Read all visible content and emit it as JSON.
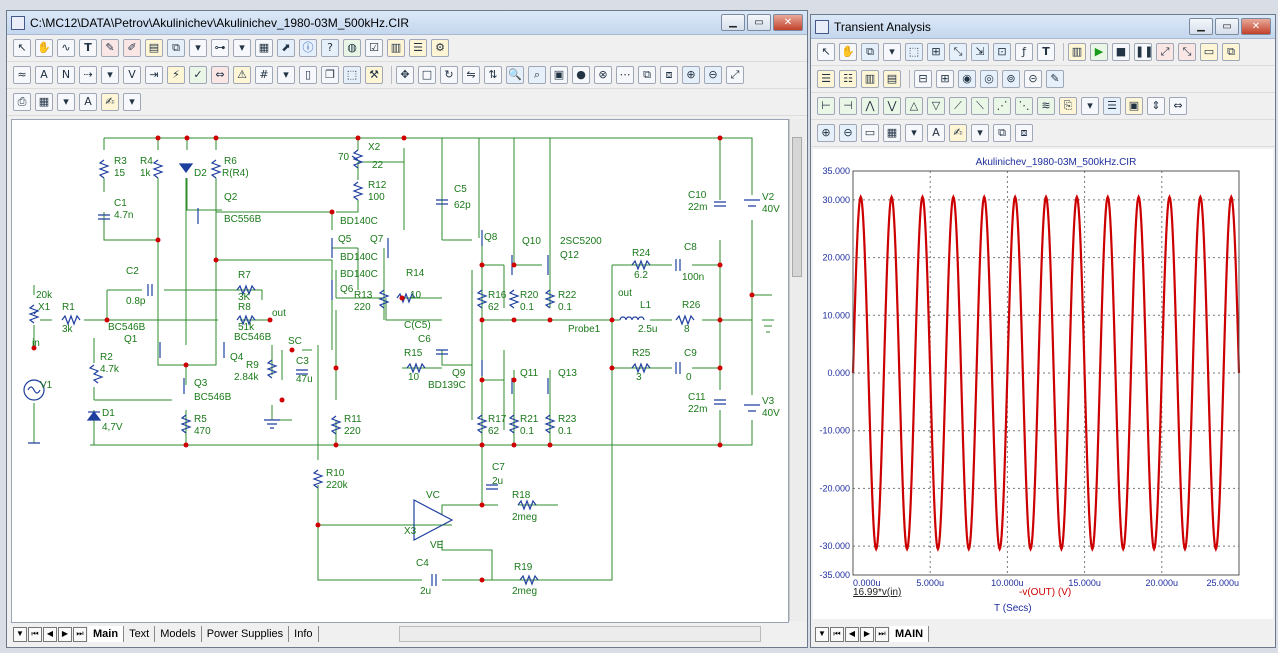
{
  "schematic_window": {
    "title": "C:\\MC12\\DATA\\Petrov\\Akulinichev\\Akulinichev_1980-03M_500kHz.CIR",
    "tabs": [
      "Main",
      "Text",
      "Models",
      "Power Supplies",
      "Info"
    ],
    "active_tab": "Main"
  },
  "schematic": {
    "labels": {
      "r3": "R3",
      "r3v": "15",
      "r4": "R4",
      "r4v": "1k",
      "d2": "D2",
      "r6": "R6",
      "r6v": "R(R4)",
      "c1": "C1",
      "c1v": "4.7n",
      "q2": "Q2",
      "q2m": "BC556B",
      "x2": "X2",
      "x2a": "70",
      "x2b": "22",
      "r12": "R12",
      "r12v": "100",
      "c5": "C5",
      "c5v": "62p",
      "c10": "C10",
      "c10v": "22m",
      "v2": "V2",
      "v2v": "40V",
      "q5m": "BD140C",
      "q5": "Q5",
      "q7m": "BD140C",
      "q7": "Q7",
      "q6m": "BD140C",
      "q6": "Q6",
      "q8": "Q8",
      "q10": "Q10",
      "q12m": "2SC5200",
      "q12": "Q12",
      "r14": "R14",
      "r14v": "10",
      "r13": "R13",
      "r13v": "220",
      "c2": "C2",
      "c2v": "0.8p",
      "r7": "R7",
      "r7v": "3K",
      "r8": "R8",
      "r8v": "51k",
      "out1": "out",
      "x1v": "20k",
      "x1": "X1",
      "r1": "R1",
      "r1v": "3k",
      "in": "in",
      "q1m": "BC546B",
      "q1": "Q1",
      "q4m": "BC546B",
      "q4": "Q4",
      "r24": "R24",
      "r24v": "6.2",
      "c8": "C8",
      "c8v": "100n",
      "out2": "out",
      "r16": "R16",
      "r16v": "62",
      "r20": "R20",
      "r20v": "0.1",
      "r22": "R22",
      "r22v": "0.1",
      "probe": "Probe1",
      "l1": "L1",
      "l1v": "2.5u",
      "r26": "R26",
      "r26v": "8",
      "cc5": "C(C5)",
      "c6": "C6",
      "r15": "R15",
      "r15v": "10",
      "q9": "Q9",
      "q9m": "BD139C",
      "q11": "Q11",
      "q13": "Q13",
      "r25": "R25",
      "r25v": "3",
      "c9": "C9",
      "c9v": "0",
      "v1": "V1",
      "r2": "R2",
      "r2v": "4.7k",
      "q3": "Q3",
      "q3m": "BC546B",
      "r9": "R9",
      "r9v": "2.84k",
      "c3": "C3",
      "c3v": "47u",
      "sc": "SC",
      "d1": "D1",
      "d1v": "4,7V",
      "r5": "R5",
      "r5v": "470",
      "r17": "R17",
      "r17v": "62",
      "r21": "R21",
      "r21v": "0.1",
      "r23": "R23",
      "r23v": "0.1",
      "c11": "C11",
      "c11v": "22m",
      "v3": "V3",
      "v3v": "40V",
      "r11": "R11",
      "r11v": "220",
      "r10": "R10",
      "r10v": "220k",
      "c7": "C7",
      "c7v": "2u",
      "vc": "VC",
      "ve": "VE",
      "x3": "X3",
      "r18": "R18",
      "r18v": "2meg",
      "c4": "C4",
      "c4v": "2u",
      "r19": "R19",
      "r19v": "2meg"
    }
  },
  "analysis_window": {
    "title": "Transient Analysis",
    "tab": "MAIN"
  },
  "chart_data": {
    "type": "line",
    "title": "Akulinichev_1980-03M_500kHz.CIR",
    "xlabel": "T (Secs)",
    "ylabel_left": "16.99*v(in)",
    "ylabel_series": "-v(OUT) (V)",
    "xlim": [
      0,
      25
    ],
    "ylim": [
      -35,
      35
    ],
    "x_ticks": [
      "0.000u",
      "5.000u",
      "10.000u",
      "15.000u",
      "20.000u",
      "25.000u"
    ],
    "y_ticks": [
      "35.000",
      "30.000",
      "20.000",
      "10.000",
      "0.000",
      "-10.000",
      "-20.000",
      "-30.000",
      "-35.000"
    ],
    "grid": true,
    "series": [
      {
        "name": "-v(OUT) (V)",
        "color": "#cc0000",
        "amplitude": 30.5,
        "frequency_mhz": 0.5,
        "phase": "sine"
      }
    ]
  },
  "colors": {
    "wire": "#2e8b2e",
    "component": "#1f3f9f",
    "label": "#1a7a1a",
    "node": "#d00000",
    "curve": "#cc0000"
  }
}
